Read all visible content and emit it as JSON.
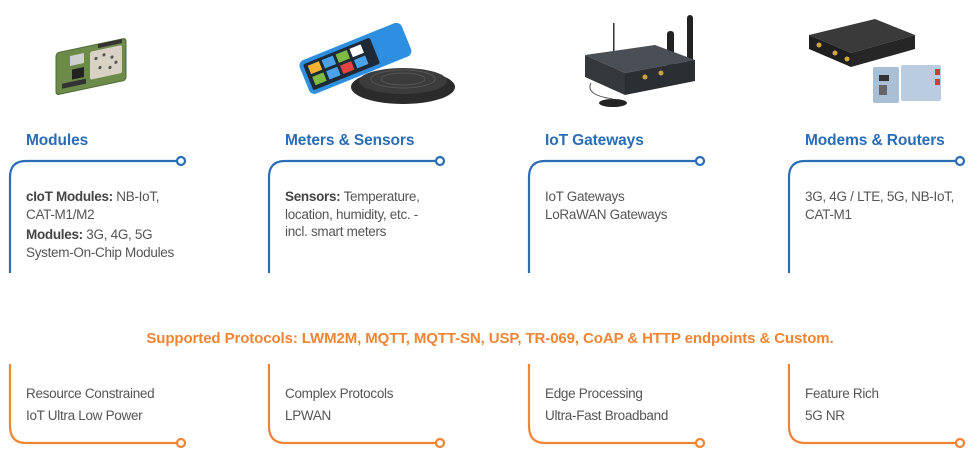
{
  "colors": {
    "blue_accent": "#2a6db5",
    "orange_accent": "#f08533",
    "body_text": "#555555"
  },
  "categories": [
    {
      "title": "Modules",
      "image": "iot-module-board-image",
      "lines": [
        {
          "bold": "cIoT Modules:",
          "text": " NB-IoT,"
        },
        {
          "bold": "",
          "text": "CAT-M1/M2"
        },
        {
          "bold": "Modules:",
          "text": " 3G, 4G, 5G"
        },
        {
          "bold": "",
          "text": "System-On-Chip Modules"
        }
      ]
    },
    {
      "title": "Meters & Sensors",
      "image": "payment-terminal-and-sensor-image",
      "lines": [
        {
          "bold": "Sensors:",
          "text": " Temperature,"
        },
        {
          "bold": "",
          "text": "location, humidity, etc. -"
        },
        {
          "bold": "",
          "text": "incl. smart meters"
        }
      ]
    },
    {
      "title": "IoT Gateways",
      "image": "gateway-with-antennas-image",
      "lines": [
        {
          "bold": "",
          "text": "IoT Gateways"
        },
        {
          "bold": "",
          "text": "LoRaWAN Gateways"
        }
      ]
    },
    {
      "title": "Modems & Routers",
      "image": "modems-and-routers-image",
      "lines": [
        {
          "bold": "",
          "text": "3G, 4G / LTE, 5G, NB-IoT,"
        },
        {
          "bold": "",
          "text": "CAT-M1"
        }
      ]
    }
  ],
  "protocols_text": "Supported Protocols: LWM2M, MQTT, MQTT-SN, USP, TR-069, CoAP & HTTP endpoints & Custom.",
  "features": [
    {
      "lines": [
        "Resource Constrained",
        "IoT Ultra Low Power"
      ]
    },
    {
      "lines": [
        "Complex Protocols",
        "LPWAN"
      ]
    },
    {
      "lines": [
        "Edge Processing",
        "Ultra-Fast Broadband"
      ]
    },
    {
      "lines": [
        "Feature Rich",
        "5G NR"
      ]
    }
  ]
}
